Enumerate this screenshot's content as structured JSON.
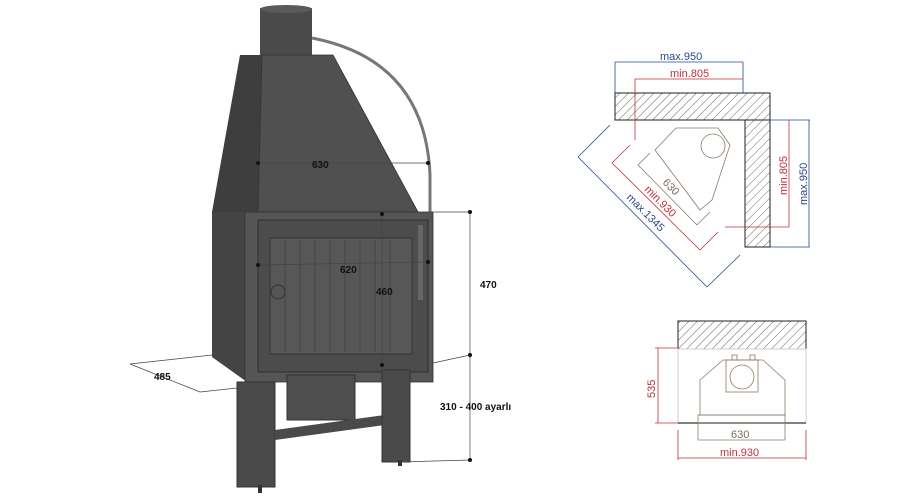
{
  "fireplace_view": {
    "dim_hood_width": "630",
    "dim_glass_width": "620",
    "dim_glass_height": "460",
    "dim_body_height": "470",
    "dim_depth": "485",
    "dim_leg_height": "310 - 400 ayarlı"
  },
  "corner_plan": {
    "max_wall_top": "max.950",
    "min_wall_top": "min.805",
    "min_wall_side": "min.805",
    "max_wall_side": "max.950",
    "diag_630": "630",
    "diag_min": "min.930",
    "diag_max": "max.1345"
  },
  "front_plan": {
    "depth": "535",
    "width_630": "630",
    "min_width": "min.930"
  },
  "colors": {
    "body": "#4a4a4a",
    "blue": "#2a4a8a",
    "red": "#c0303a"
  }
}
